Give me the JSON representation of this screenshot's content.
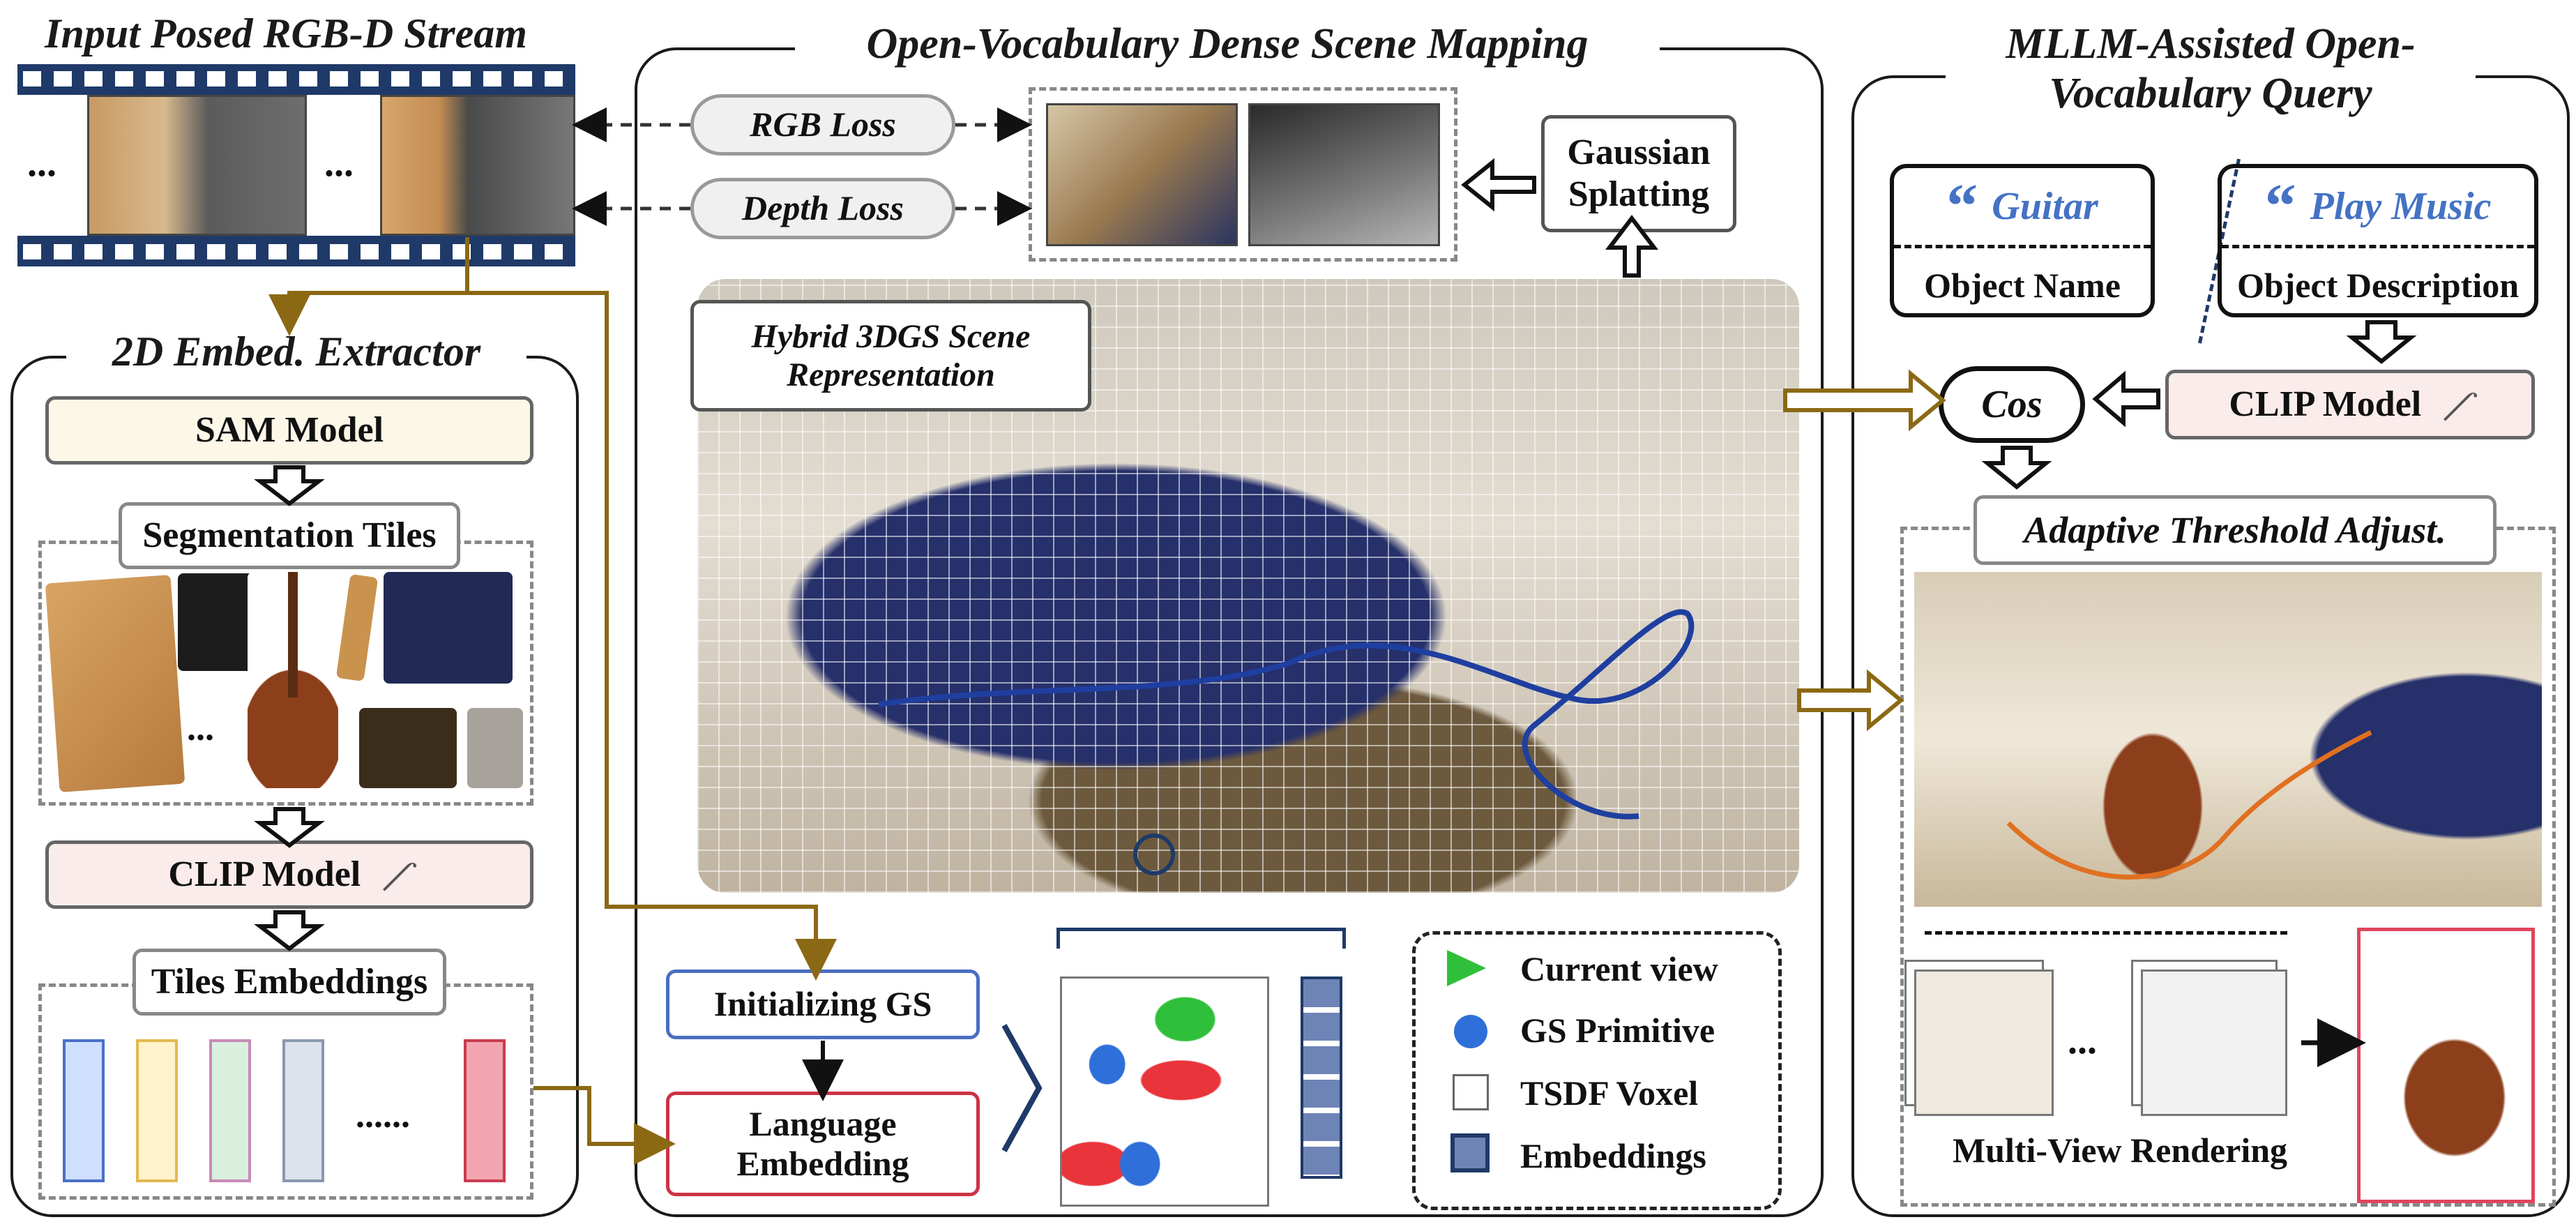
{
  "stream": {
    "title": "Input Posed RGB-D Stream",
    "ellipsis": "..."
  },
  "extractor": {
    "title": "2D Embed. Extractor",
    "sam": "SAM Model",
    "seg_tiles": "Segmentation Tiles",
    "clip": "CLIP Model",
    "tiles_emb": "Tiles Embeddings",
    "ellipsis_small": "...",
    "ellipsis_wide": "......"
  },
  "mapping": {
    "title": "Open-Vocabulary Dense Scene Mapping",
    "rgb_loss": "RGB Loss",
    "depth_loss": "Depth Loss",
    "gs": "Gaussian Splatting",
    "hybrid": "Hybrid 3DGS Scene Representation",
    "init_gs": "Initializing GS",
    "lang_emb": "Language Embedding"
  },
  "legend": {
    "current_view": "Current view",
    "gs_primitive": "GS Primitive",
    "tsdf_voxel": "TSDF Voxel",
    "embeddings": "Embeddings"
  },
  "query": {
    "title": "MLLM-Assisted Open-Vocabulary Query",
    "q1": "Guitar",
    "q1_label": "Object Name",
    "q2": "Play Music",
    "q2_label": "Object Description",
    "cos": "Cos",
    "clip": "CLIP Model",
    "adaptive": "Adaptive Threshold Adjust.",
    "mv": "Multi-View Rendering",
    "ellipsis": "..."
  },
  "colors": {
    "accent_blue": "#4472c4",
    "gold_arrow": "#8b6914",
    "init_border": "#4a6fc0",
    "lang_border": "#cc3344",
    "sam_fill": "#fdf7e8",
    "clip_fill": "#fbecec"
  }
}
